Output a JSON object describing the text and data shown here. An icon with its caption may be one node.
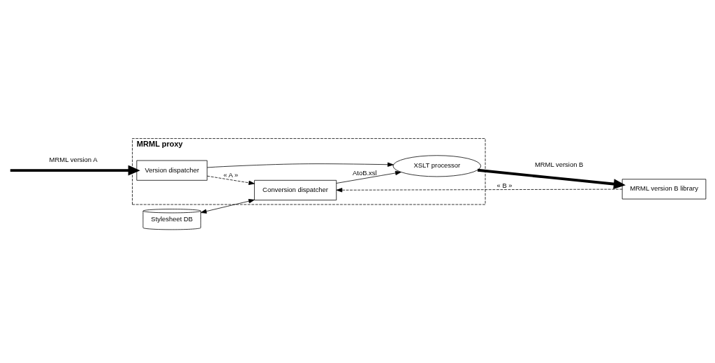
{
  "diagram": {
    "nodes": [
      {
        "text": [
          "MRML proxy"
        ]
      },
      {
        "text": [
          "Stylesheet DB"
        ]
      },
      {
        "text": [
          "Conversion dispatcher"
        ],
        "in": 0
      },
      {
        "text": [
          "Version dispatcher"
        ],
        "in": 0
      },
      {
        "text": [
          "XSLT processor"
        ],
        "in": 0
      },
      {
        "text": [
          "MRML version B library"
        ]
      }
    ],
    "edges": [
      {
        "from": 1,
        "to": 2,
        "arrow": "both"
      },
      {
        "from": 3,
        "to": 2,
        "arrow": "to",
        "style": "dashed",
        "label": "« A »"
      },
      {
        "from": 5,
        "to": 2,
        "arrow": "to",
        "style": "dashed",
        "label": "« B »"
      },
      {
        "from": 2,
        "to": 4,
        "arrow": "to",
        "label": "AtoB.xsl"
      },
      {
        "from": 3,
        "to": 4,
        "arrow": "to"
      },
      {
        "from": null,
        "to": 3,
        "arrow": "to",
        "style": "thick",
        "label": "MRML version A"
      },
      {
        "from": 4,
        "to": 5,
        "arrow": "to",
        "style": "thick",
        "label": "MRML version B"
      }
    ]
  }
}
